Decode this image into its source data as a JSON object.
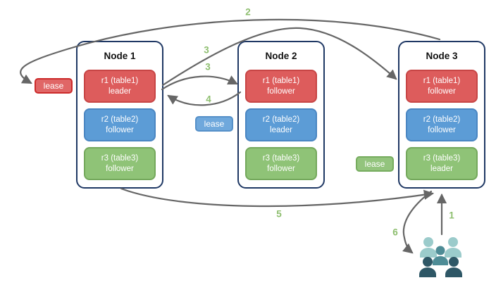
{
  "diagram": {
    "nodes": [
      {
        "title": "Node 1",
        "replicas": [
          {
            "name": "r1 (table1)",
            "role": "leader",
            "color": "red"
          },
          {
            "name": "r2 (table2)",
            "role": "follower",
            "color": "blue"
          },
          {
            "name": "r3 (table3)",
            "role": "follower",
            "color": "green"
          }
        ]
      },
      {
        "title": "Node 2",
        "replicas": [
          {
            "name": "r1 (table1)",
            "role": "follower",
            "color": "red"
          },
          {
            "name": "r2 (table2)",
            "role": "leader",
            "color": "blue"
          },
          {
            "name": "r3 (table3)",
            "role": "follower",
            "color": "green"
          }
        ]
      },
      {
        "title": "Node 3",
        "replicas": [
          {
            "name": "r1 (table1)",
            "role": "follower",
            "color": "red"
          },
          {
            "name": "r2 (table2)",
            "role": "follower",
            "color": "blue"
          },
          {
            "name": "r3 (table3)",
            "role": "leader",
            "color": "green"
          }
        ]
      }
    ],
    "leases": [
      {
        "label": "lease",
        "color": "red"
      },
      {
        "label": "lease",
        "color": "blue"
      },
      {
        "label": "lease",
        "color": "green"
      }
    ],
    "steps": {
      "s1": "1",
      "s2": "2",
      "s3a": "3",
      "s3b": "3",
      "s4": "4",
      "s5": "5",
      "s6": "6"
    },
    "icons": {
      "users_group": "users-group-icon"
    },
    "colors": {
      "replica_red": "#DD5C5C",
      "replica_blue": "#5C9CD6",
      "replica_green": "#8FC377",
      "lease_red": "#E06666",
      "lease_blue": "#6FA8DC",
      "lease_green": "#93C47D",
      "node_border": "#1F3864",
      "arrow": "#666666",
      "step_label": "#8DBE6E",
      "users_back": "#9BCBCB",
      "users_middle": "#4E8C96",
      "users_front": "#2E5766"
    }
  }
}
